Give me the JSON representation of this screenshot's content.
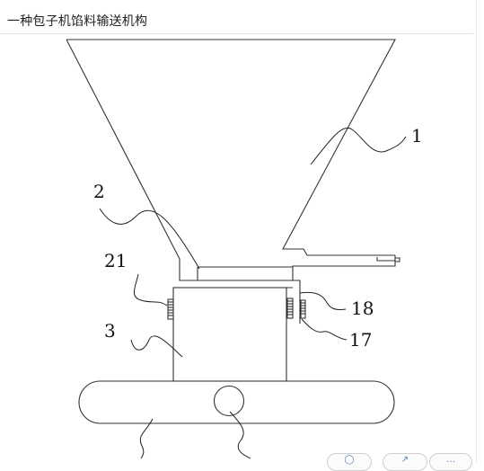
{
  "header": {
    "title": "一种包子机馅料输送机构"
  },
  "diagram": {
    "labels": {
      "hopper": "1",
      "outlet": "2",
      "outlet_seal": "21",
      "body": "3",
      "bracket_seal": "17",
      "bracket": "18"
    }
  },
  "toolbar": {
    "zoom_icon": "search-icon",
    "share_icon": "share-icon",
    "more_icon": "more-icon"
  },
  "colors": {
    "line": "#333333",
    "title_text": "#222222",
    "divider": "#e2e2e2"
  }
}
